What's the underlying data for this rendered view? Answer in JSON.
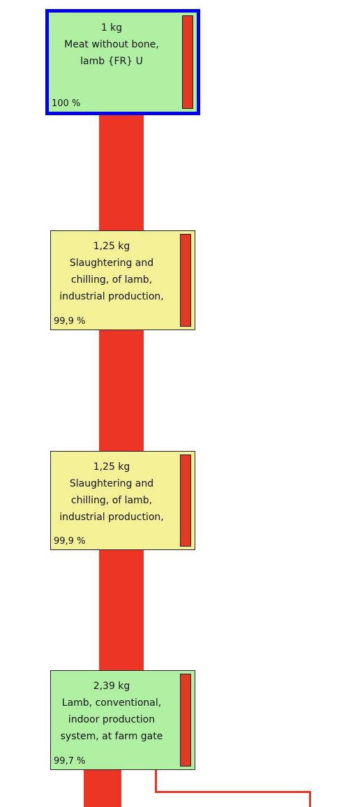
{
  "nodes": [
    {
      "amount": "1 kg",
      "lines": [
        "Meat without bone,",
        "lamb {FR} U"
      ],
      "percent": "100 %",
      "color": "#b0f0a3"
    },
    {
      "amount": "1,25 kg",
      "lines": [
        "Slaughtering and",
        "chilling, of lamb,",
        "industrial production,"
      ],
      "percent": "99,9 %",
      "color": "#f5f197"
    },
    {
      "amount": "1,25 kg",
      "lines": [
        "Slaughtering and",
        "chilling, of lamb,",
        "industrial production,"
      ],
      "percent": "99,9 %",
      "color": "#f5f197"
    },
    {
      "amount": "2,39 kg",
      "lines": [
        "Lamb, conventional,",
        "indoor production",
        "system, at farm gate"
      ],
      "percent": "99,7 %",
      "color": "#b0f0a3"
    }
  ],
  "colors": {
    "flow": "#ec3524",
    "selected_border": "#0000f0"
  }
}
